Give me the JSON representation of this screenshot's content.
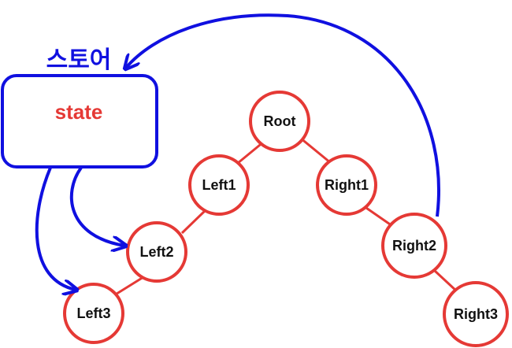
{
  "store": {
    "label": "스토어",
    "state_label": "state"
  },
  "tree": {
    "nodes": [
      {
        "id": "root",
        "label": "Root"
      },
      {
        "id": "left1",
        "label": "Left1"
      },
      {
        "id": "right1",
        "label": "Right1"
      },
      {
        "id": "left2",
        "label": "Left2"
      },
      {
        "id": "right2",
        "label": "Right2"
      },
      {
        "id": "left3",
        "label": "Left3"
      },
      {
        "id": "right3",
        "label": "Right3"
      }
    ],
    "edges": [
      [
        "root",
        "left1"
      ],
      [
        "root",
        "right1"
      ],
      [
        "left1",
        "left2"
      ],
      [
        "right1",
        "right2"
      ],
      [
        "left2",
        "left3"
      ],
      [
        "right2",
        "right3"
      ]
    ]
  },
  "flows": [
    {
      "from": "right2",
      "to": "store"
    },
    {
      "from": "store",
      "to": "left2"
    },
    {
      "from": "store",
      "to": "left3"
    }
  ],
  "colors": {
    "blue": "#1010e0",
    "red": "#e53935",
    "text": "#111111",
    "background": "#ffffff"
  }
}
